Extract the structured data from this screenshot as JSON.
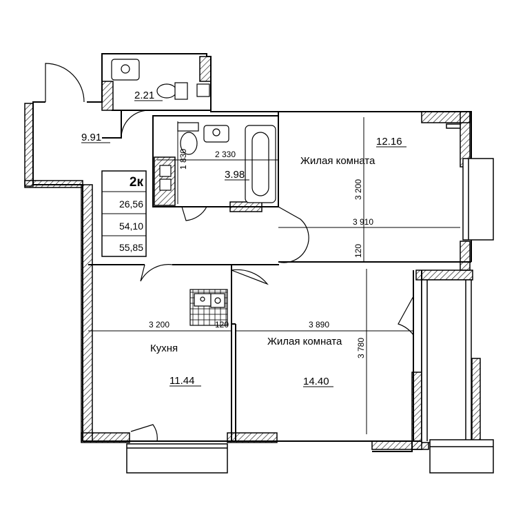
{
  "plan": {
    "info": {
      "type": "2к",
      "living_area": "26,56",
      "total_area": "54,10",
      "area_with_balcony": "55,85"
    },
    "rooms": {
      "hall_area": "9.91",
      "wc_area": "2.21",
      "bath_area": "3.98",
      "bedroom_label": "Жилая комната",
      "bedroom_area": "12.16",
      "living_label": "Жилая комната",
      "living_area": "14.40",
      "kitchen_label": "Кухня",
      "kitchen_area": "11.44"
    },
    "dimensions": {
      "bath_w": "2 330",
      "bath_h": "1 830",
      "bedroom_h": "3 200",
      "bedroom_w": "3 910",
      "wall_thick": "120",
      "kitchen_w": "3 200",
      "partition": "120",
      "living_w": "3 890",
      "living_h": "3 780"
    }
  }
}
